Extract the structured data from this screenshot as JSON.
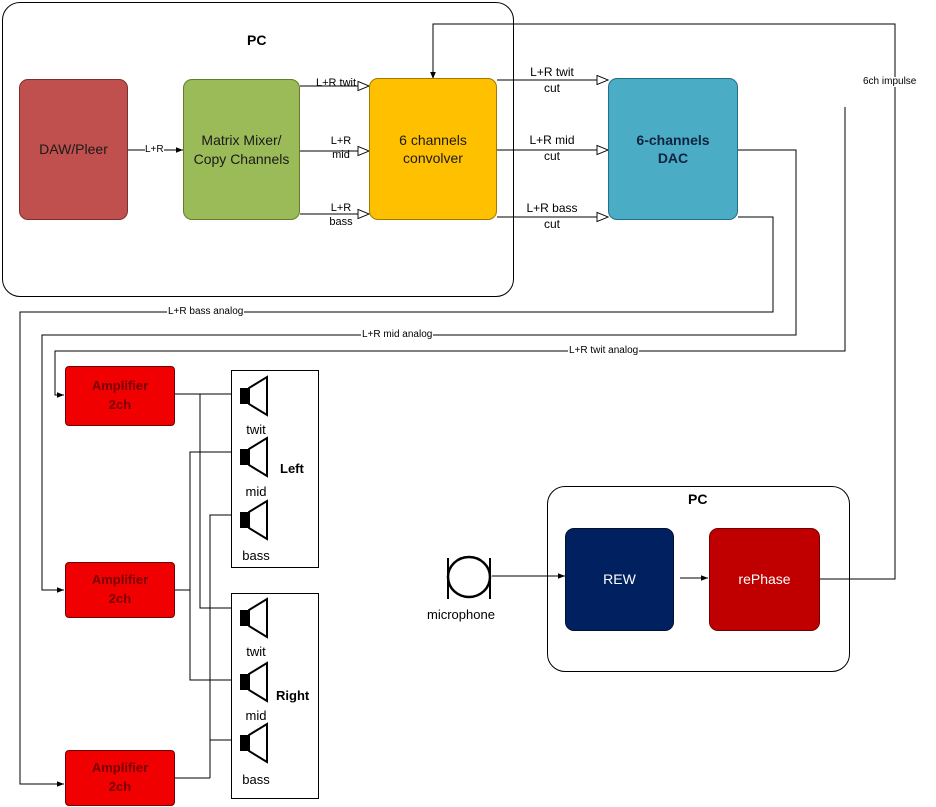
{
  "colors": {
    "daw": "#c0504d",
    "matrix": "#9bbb59",
    "convolver": "#ffc000",
    "dac": "#4bacc6",
    "rew": "#002060",
    "rephase": "#c00000",
    "amplifier": "#f00000"
  },
  "pc_top": {
    "title": "PC",
    "daw": "DAW/Pleer",
    "matrix_line1": "Matrix Mixer/",
    "matrix_line2": "Copy Channels",
    "convolver_line1": "6 channels",
    "convolver_line2": "convolver",
    "lr": "L+R",
    "lr_twit": "L+R twit",
    "lr_mid_1": "L+R",
    "lr_mid_2": "mid",
    "lr_bass_1": "L+R",
    "lr_bass_2": "bass"
  },
  "dac": {
    "line1": "6-channels",
    "line2": "DAC",
    "twit_cut_1": "L+R twit",
    "twit_cut_2": "cut",
    "mid_cut_1": "L+R mid",
    "mid_cut_2": "cut",
    "bass_cut_1": "L+R bass",
    "bass_cut_2": "cut"
  },
  "wires": {
    "impulse": "6ch impulse",
    "bass_analog": "L+R bass analog",
    "mid_analog": "L+R mid analog",
    "twit_analog": "L+R twit analog"
  },
  "amplifiers": [
    {
      "line1": "Amplifier",
      "line2": "2ch"
    },
    {
      "line1": "Amplifier",
      "line2": "2ch"
    },
    {
      "line1": "Amplifier",
      "line2": "2ch"
    }
  ],
  "speakers": {
    "left_label": "Left",
    "right_label": "Right",
    "twit": "twit",
    "mid": "mid",
    "bass": "bass"
  },
  "pc_bottom": {
    "title": "PC",
    "rew": "REW",
    "rephase": "rePhase",
    "microphone": "microphone"
  }
}
